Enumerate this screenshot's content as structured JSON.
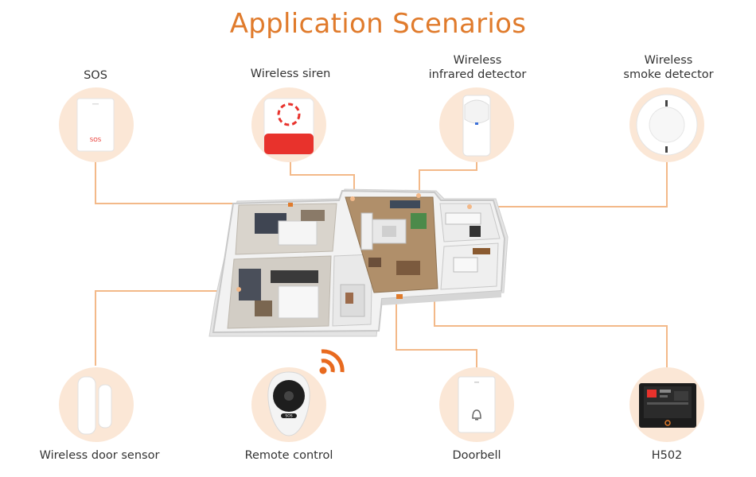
{
  "title": "Application Scenarios",
  "devices": {
    "sos": {
      "label": "SOS",
      "badge": "SOS"
    },
    "siren": {
      "label": "Wireless siren"
    },
    "infrared": {
      "label_line1": "Wireless",
      "label_line2": "infrared detector"
    },
    "smoke": {
      "label_line1": "Wireless",
      "label_line2": "smoke detector"
    },
    "door_sensor": {
      "label": "Wireless door sensor"
    },
    "remote": {
      "label": "Remote control",
      "badge": "SOS"
    },
    "doorbell": {
      "label": "Doorbell"
    },
    "h502": {
      "label": "H502"
    }
  },
  "colors": {
    "accent": "#e07b2c",
    "connector": "#f3b989",
    "circle_bg": "#fbe7d6",
    "siren_red": "#e8322c"
  }
}
